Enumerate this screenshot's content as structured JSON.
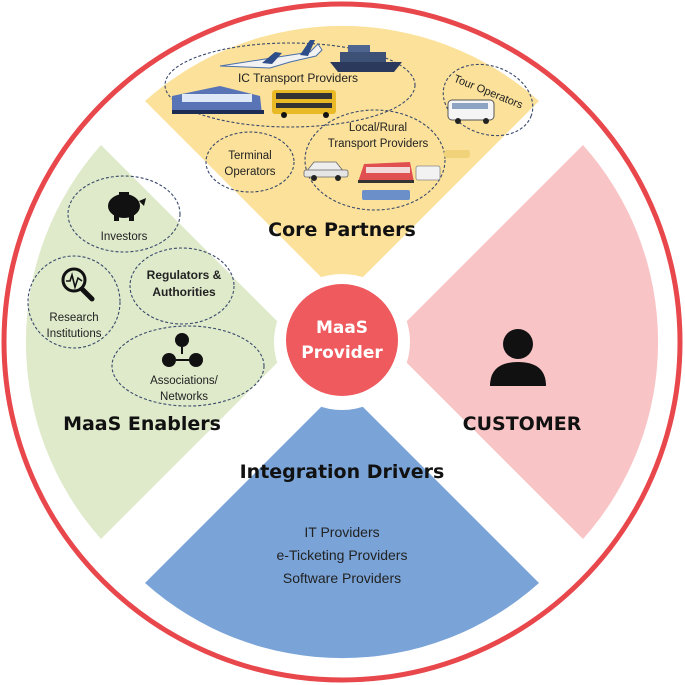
{
  "center": {
    "line1": "MaaS",
    "line2": "Provider"
  },
  "sectors": {
    "core_partners": {
      "title": "Core Partners",
      "ic_transport": "IC Transport Providers",
      "tour_operators": "Tour Operators",
      "local_rural_line1": "Local/Rural",
      "local_rural_line2": "Transport Providers",
      "terminal_line1": "Terminal",
      "terminal_line2": "Operators"
    },
    "maas_enablers": {
      "title": "MaaS Enablers",
      "investors": "Investors",
      "regulators_line1": "Regulators &",
      "regulators_line2": "Authorities",
      "research_line1": "Research",
      "research_line2": "Institutions",
      "associations_line1": "Associations/",
      "associations_line2": "Networks"
    },
    "integration_drivers": {
      "title": "Integration Drivers",
      "items": [
        "IT Providers",
        "e-Ticketing Providers",
        "Software Providers"
      ]
    },
    "customer": {
      "title": "CUSTOMER"
    }
  },
  "colors": {
    "ring": "#e8474c",
    "core_partners": "#fbe19a",
    "maas_enablers": "#dfeacb",
    "integration_drivers": "#7aa4d8",
    "customer": "#f9c4c6",
    "center": "#ee5a5e",
    "icon": "#111111"
  },
  "icons": [
    "airplane-icon",
    "ship-icon",
    "train-icon",
    "bus-icon",
    "minibus-icon",
    "car-icon",
    "piggy-bank-icon",
    "magnifier-chart-icon",
    "network-people-icon",
    "person-icon"
  ]
}
